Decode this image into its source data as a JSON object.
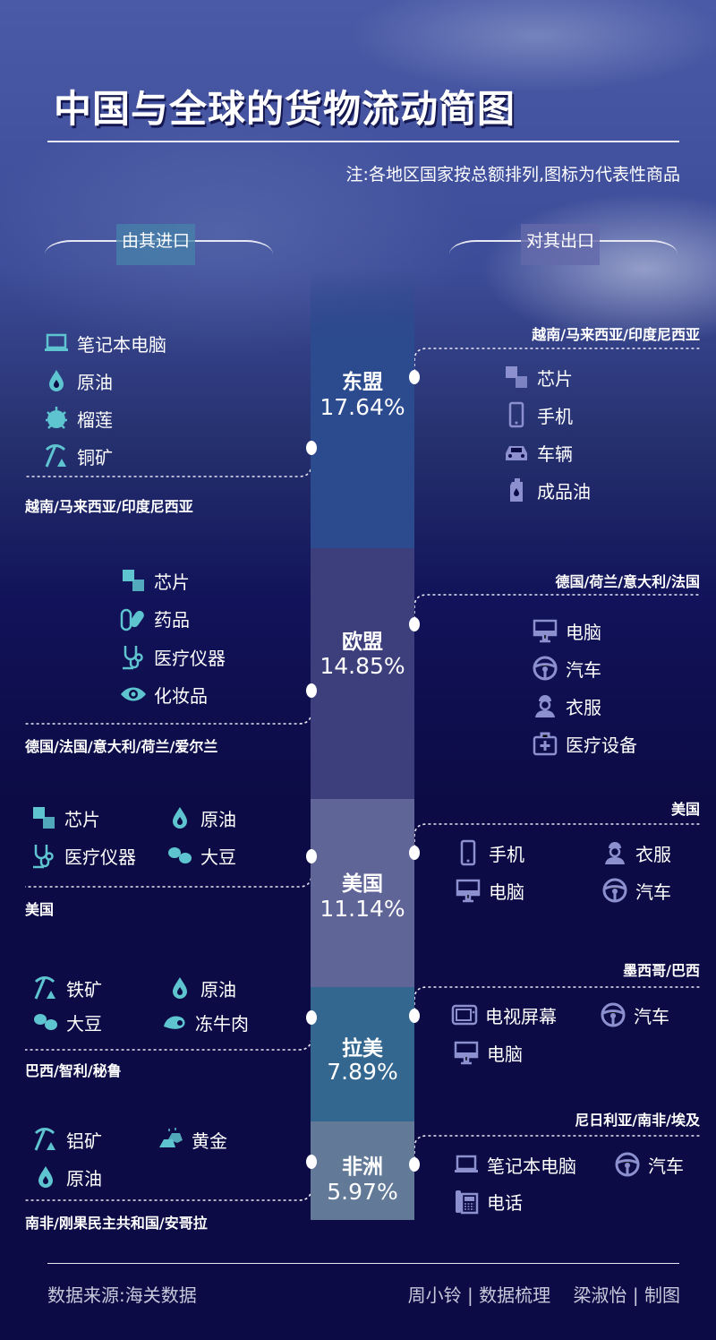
{
  "title": "中国与全球的货物流动简图",
  "note": "注:各地区国家按总额排列,图标为代表性商品",
  "import_header": "由其进口",
  "export_header": "对其出口",
  "colors": {
    "import_icon": "#5ec4cf",
    "export_icon": "#8c90cf",
    "background": "#0c0b45"
  },
  "regions": [
    {
      "name": "东盟",
      "share": "17.64%",
      "share_value": 17.64,
      "color": "#2c4b8f",
      "import_countries": "越南/马来西亚/印度尼西亚",
      "export_countries": "越南/马来西亚/印度尼西亚",
      "imports": [
        {
          "label": "笔记本电脑",
          "icon": "laptop-icon"
        },
        {
          "label": "原油",
          "icon": "oil-drop-icon"
        },
        {
          "label": "榴莲",
          "icon": "durian-icon"
        },
        {
          "label": "铜矿",
          "icon": "pickaxe-icon"
        }
      ],
      "exports": [
        {
          "label": "芯片",
          "icon": "chip-icon"
        },
        {
          "label": "手机",
          "icon": "phone-icon"
        },
        {
          "label": "车辆",
          "icon": "car-icon"
        },
        {
          "label": "成品油",
          "icon": "oil-bottle-icon"
        }
      ]
    },
    {
      "name": "欧盟",
      "share": "14.85%",
      "share_value": 14.85,
      "color": "#3c3f7b",
      "import_countries": "德国/法国/意大利/荷兰/爱尔兰",
      "export_countries": "德国/荷兰/意大利/法国",
      "imports": [
        {
          "label": "芯片",
          "icon": "chip-icon"
        },
        {
          "label": "药品",
          "icon": "pill-icon"
        },
        {
          "label": "医疗仪器",
          "icon": "stethoscope-icon"
        },
        {
          "label": "化妆品",
          "icon": "eye-icon"
        }
      ],
      "exports": [
        {
          "label": "电脑",
          "icon": "monitor-icon"
        },
        {
          "label": "汽车",
          "icon": "steering-wheel-icon"
        },
        {
          "label": "衣服",
          "icon": "worker-icon"
        },
        {
          "label": "医疗设备",
          "icon": "medkit-icon"
        }
      ]
    },
    {
      "name": "美国",
      "share": "11.14%",
      "share_value": 11.14,
      "color": "#5f6596",
      "import_countries": "美国",
      "export_countries": "美国",
      "imports": [
        {
          "label": "芯片",
          "icon": "chip-icon"
        },
        {
          "label": "原油",
          "icon": "oil-drop-icon"
        },
        {
          "label": "医疗仪器",
          "icon": "stethoscope-icon"
        },
        {
          "label": "大豆",
          "icon": "soybean-icon"
        }
      ],
      "exports": [
        {
          "label": "手机",
          "icon": "phone-icon"
        },
        {
          "label": "衣服",
          "icon": "worker-icon"
        },
        {
          "label": "电脑",
          "icon": "monitor-icon"
        },
        {
          "label": "汽车",
          "icon": "steering-wheel-icon"
        }
      ]
    },
    {
      "name": "拉美",
      "share": "7.89%",
      "share_value": 7.89,
      "color": "#336790",
      "import_countries": "巴西/智利/秘鲁",
      "export_countries": "墨西哥/巴西",
      "imports": [
        {
          "label": "铁矿",
          "icon": "pickaxe-icon"
        },
        {
          "label": "原油",
          "icon": "oil-drop-icon"
        },
        {
          "label": "大豆",
          "icon": "soybean-icon"
        },
        {
          "label": "冻牛肉",
          "icon": "beef-icon"
        }
      ],
      "exports": [
        {
          "label": "电视屏幕",
          "icon": "tv-icon"
        },
        {
          "label": "汽车",
          "icon": "steering-wheel-icon"
        },
        {
          "label": "电脑",
          "icon": "monitor-icon"
        }
      ]
    },
    {
      "name": "非洲",
      "share": "5.97%",
      "share_value": 5.97,
      "color": "#627a98",
      "import_countries": "南非/刚果民主共和国/安哥拉",
      "export_countries": "尼日利亚/南非/埃及",
      "imports": [
        {
          "label": "铝矿",
          "icon": "pickaxe-icon"
        },
        {
          "label": "黄金",
          "icon": "gold-icon"
        },
        {
          "label": "原油",
          "icon": "oil-drop-icon"
        }
      ],
      "exports": [
        {
          "label": "笔记本电脑",
          "icon": "laptop-icon"
        },
        {
          "label": "汽车",
          "icon": "steering-wheel-icon"
        },
        {
          "label": "电话",
          "icon": "telephone-icon"
        }
      ]
    }
  ],
  "footer": {
    "source": "数据来源:海关数据",
    "credits": "周小铃 | 数据梳理    梁淑怡 | 制图"
  }
}
